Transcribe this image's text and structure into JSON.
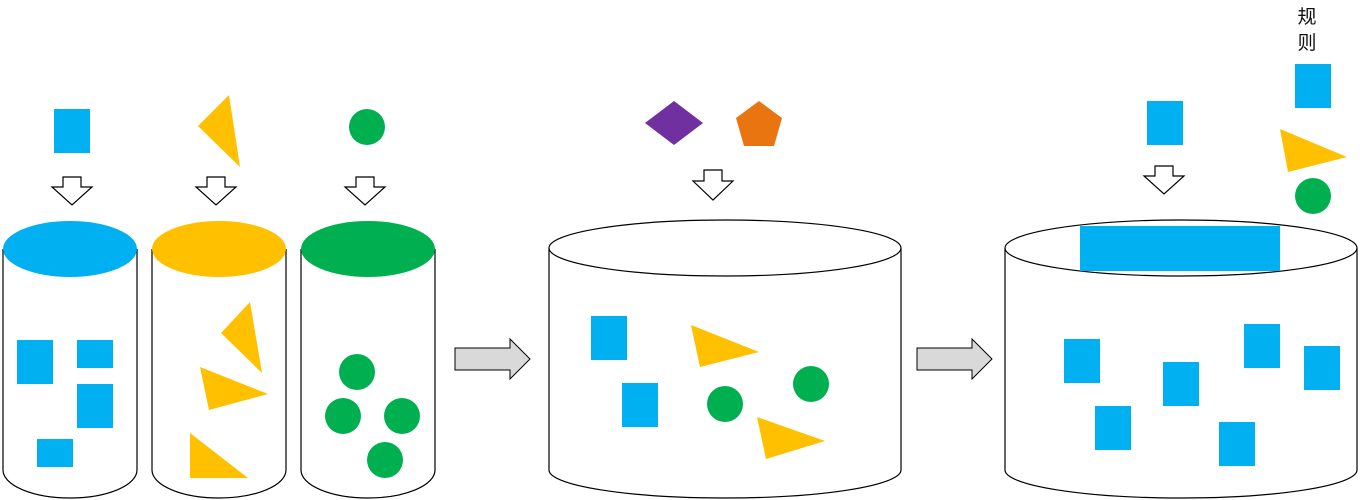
{
  "rule_label": [
    "规",
    "则"
  ],
  "colors": {
    "blue": "#00B0F0",
    "yellow": "#FFC000",
    "green": "#00B050",
    "purple": "#7030A0",
    "orange": "#E97511",
    "arrow_fill": "#D9D9D9",
    "outline": "#000000"
  },
  "icons": {
    "square": "blue-rectangle",
    "triangle": "yellow-triangle",
    "circle": "green-circle",
    "diamond": "purple-diamond",
    "pentagon": "orange-pentagon"
  }
}
